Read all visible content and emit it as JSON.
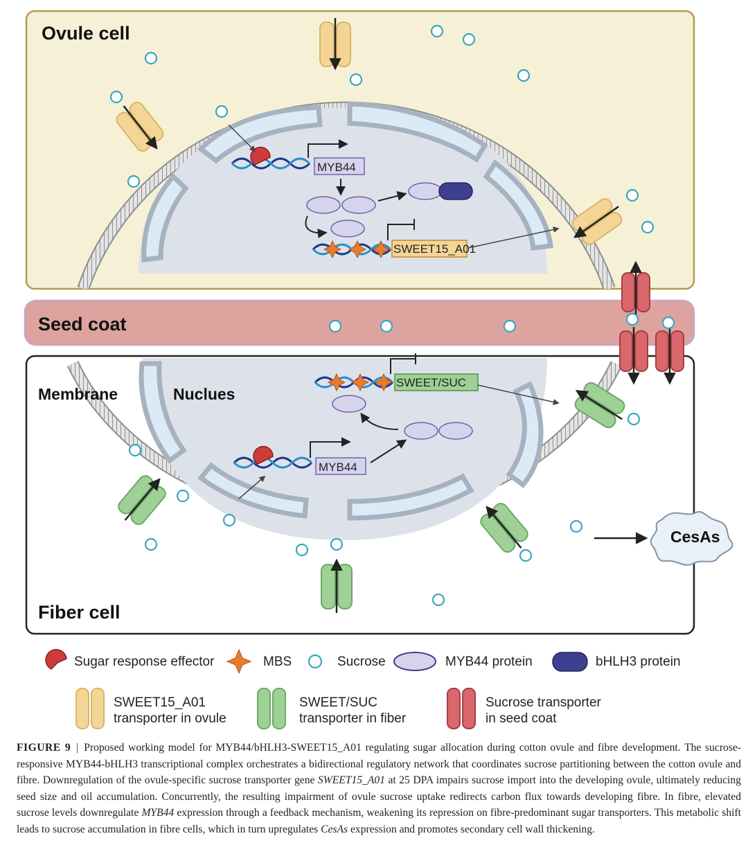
{
  "labels": {
    "ovule_cell": "Ovule cell",
    "seed_coat": "Seed coat",
    "membrane": "Membrane",
    "nucleus": "Nuclues",
    "fiber_cell": "Fiber cell",
    "cesas": "CesAs"
  },
  "genes": {
    "myb44_top": "MYB44",
    "sweet15": "SWEET15_A01",
    "sweet_suc": "SWEET/SUC",
    "myb44_bottom": "MYB44"
  },
  "legend": {
    "sugar_response_effector": "Sugar response effector",
    "mbs": "MBS",
    "sucrose": "Sucrose",
    "myb44_protein": "MYB44 protein",
    "bhlh3_protein": "bHLH3 protein",
    "sweet15_line1": "SWEET15_A01",
    "sweet15_line2": "transporter in ovule",
    "sweetsuc_line1": "SWEET/SUC",
    "sweetsuc_line2": "transporter in fiber",
    "seedcoat_line1": "Sucrose transporter",
    "seedcoat_line2": "in seed coat"
  },
  "caption": {
    "fig_label": "FIGURE 9",
    "separator": "|",
    "t1": "Proposed working model for MYB44/bHLH3-SWEET15_A01 regulating sugar allocation during cotton ovule and fibre development. The sucrose-responsive MYB44-bHLH3 transcriptional complex orchestrates a bidirectional regulatory network that coordinates sucrose partitioning between the cotton ovule and fibre. Downregulation of the ovule-specific sucrose transporter gene ",
    "i1": "SWEET15_A01",
    "t2": " at 25 DPA impairs sucrose import into the developing ovule, ultimately reducing seed size and oil accumulation. Concurrently, the resulting impairment of ovule sucrose uptake redirects carbon flux towards developing fibre. In fibre, elevated sucrose levels downregulate ",
    "i2": "MYB44",
    "t3": " expression through a feedback mechanism, weakening its repression on fibre-predominant sugar transporters. This metabolic shift leads to sucrose accumulation in fibre cells, which in turn upregulates ",
    "i3": "CesAs",
    "t4": " expression and promotes secondary cell wall thickening."
  },
  "colors": {
    "ovule_bg": "#f6f1d6",
    "ovule_border": "#b8994e",
    "seed_coat": "#dca39f",
    "nucleus": "#dde2ea",
    "envelope": "#dceaf6",
    "sucrose": "#3aa6bd",
    "sweet15": "#f4d596",
    "sweet_suc": "#9ed196",
    "seed_transporter": "#d9676b",
    "myb44_protein": "#d7d3ec",
    "bhlh3_protein": "#3e3f8f",
    "mbs": "#ea7b2c",
    "effector": "#cf3b3b"
  },
  "icons": [
    "sugar-response-effector-icon",
    "mbs-star-icon",
    "sucrose-icon",
    "myb44-protein-icon",
    "bhlh3-protein-icon",
    "sweet15-transporter-icon",
    "sweet-suc-transporter-icon",
    "seed-coat-transporter-icon",
    "cesas-icon"
  ]
}
